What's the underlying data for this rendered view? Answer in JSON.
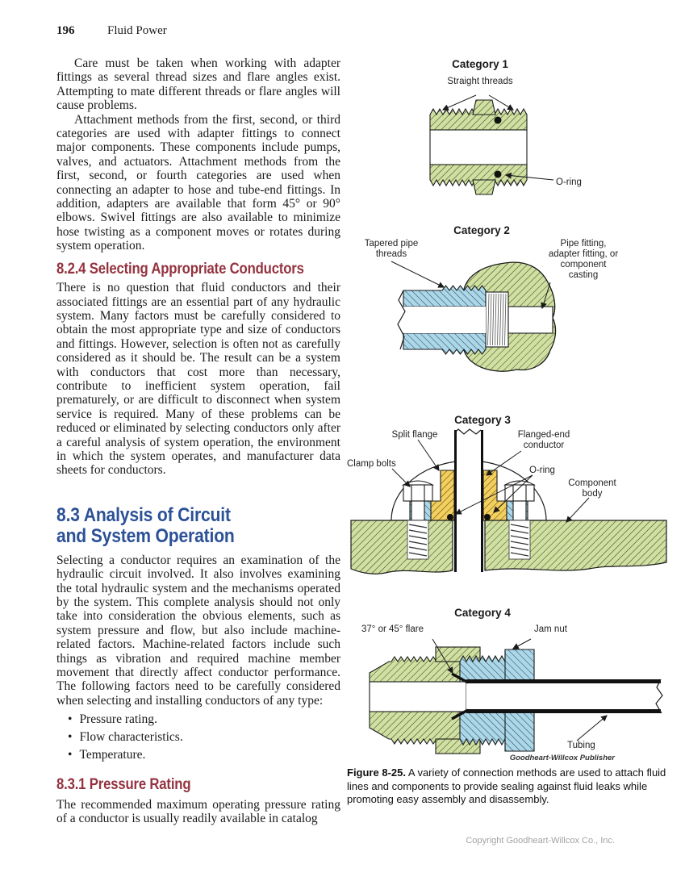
{
  "page": {
    "number": "196",
    "book_title": "Fluid Power",
    "copyright": "Copyright Goodheart-Willcox Co., Inc."
  },
  "colors": {
    "heading_red": "#943340",
    "heading_blue": "#2c5197",
    "diagram_green": "#cfe0a0",
    "diagram_blue": "#abd7e9",
    "diagram_yellow": "#f3cf5d",
    "copyright_gray": "#a3a3a3"
  },
  "article": {
    "para1": "Care must be taken when working with adapter fittings as several thread sizes and flare angles exist. Attempting to mate different threads or flare angles will cause problems.",
    "para2": "Attachment methods from the first, second, or third categories are used with adapter fittings to connect major components. These components include pumps, valves, and actuators. Attachment methods from the first, second, or fourth categories are used when connecting an adapter to hose and tube-end fittings. In addition, adapters are available that form 45° or 90° elbows. Swivel fittings are also available to minimize hose twisting as a component moves or rotates during system operation.",
    "heading_824": "8.2.4 Selecting Appropriate Conductors",
    "para3": "There is no question that fluid conductors and their associated fittings are an essential part of any hydraulic system. Many factors must be carefully considered to obtain the most appropriate type and size of conductors and fittings. However, selection is often not as carefully considered as it should be. The result can be a system with conductors that cost more than necessary, contribute to inefficient system operation, fail prematurely, or are difficult to disconnect when system service is required. Many of these problems can be reduced or eliminated by selecting conductors only after a careful analysis of system operation, the environment in which the system operates, and manufacturer data sheets for conductors.",
    "heading_83": "8.3 Analysis of Circuit\nand System Operation",
    "para4": "Selecting a conductor requires an examination of the hydraulic circuit involved. It also involves examining the total hydraulic system and the mechanisms operated by the system. This complete analysis should not only take into consideration the obvious elements, such as system pressure and flow, but also include machine-related factors. Machine-related factors include such things as vibration and required machine member movement that directly affect conductor performance. The following factors need to be carefully considered when selecting and installing conductors of any type:",
    "bullets": [
      "Pressure rating.",
      "Flow characteristics.",
      "Temperature."
    ],
    "heading_831": "8.3.1 Pressure Rating",
    "para5": "The recommended maximum operating pressure rating of a conductor is usually readily available in catalog"
  },
  "figure": {
    "credit": "Goodheart-Willcox Publisher",
    "caption_label": "Figure 8-25.",
    "caption_text": "A variety of connection methods are used to attach fluid lines and components to provide sealing against fluid leaks while promoting easy assembly and disassembly.",
    "cat1": {
      "title": "Category 1",
      "label_threads": "Straight threads",
      "label_oring": "O-ring"
    },
    "cat2": {
      "title": "Category 2",
      "label_tapered": "Tapered pipe threads",
      "label_fitting": "Pipe fitting, adapter fitting, or component casting"
    },
    "cat3": {
      "title": "Category 3",
      "label_split": "Split flange",
      "label_flanged": "Flanged-end conductor",
      "label_clamp": "Clamp bolts",
      "label_oring": "O-ring",
      "label_body": "Component body"
    },
    "cat4": {
      "title": "Category 4",
      "label_flare": "37° or 45° flare",
      "label_jam": "Jam nut",
      "label_tubing": "Tubing"
    }
  }
}
